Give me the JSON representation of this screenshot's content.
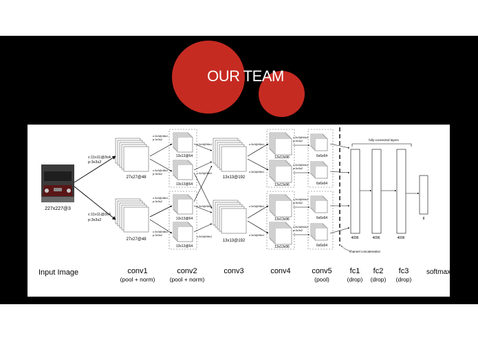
{
  "title": "OUR TEAM",
  "colors": {
    "accent": "#c62b22",
    "background": "#000000",
    "panel": "#ffffff"
  },
  "diagram": {
    "input_size": "227x227@3",
    "conv1_params": [
      "c:11x11@3s4",
      "p:3x3s2"
    ],
    "conv1_size": "27x27@48",
    "conv2_params": [
      "c:3x3@48s1",
      "p:3x3s2"
    ],
    "conv2_size": "13x13@64",
    "conv2_out_param": "c:3x3@96s1",
    "conv3_size": "13x13@192",
    "conv3_out_param": "c:3x3@96s1",
    "conv4_size": "13x13x96",
    "conv4_out_params": [
      "c:3x3@64s1",
      "p:3x3s2"
    ],
    "conv5_size": "6x6x64",
    "fc_title": "fully-connected layers",
    "fc_sizes": [
      "4096",
      "4096",
      "4096"
    ],
    "softmax_size": "8",
    "concat_label": "channel concatenation",
    "stages": [
      {
        "name": "conv1",
        "sub": "(pool + norm)"
      },
      {
        "name": "conv2",
        "sub": "(pool + norm)"
      },
      {
        "name": "conv3",
        "sub": ""
      },
      {
        "name": "conv4",
        "sub": ""
      },
      {
        "name": "conv5",
        "sub": "(pool)"
      },
      {
        "name": "fc1",
        "sub": "(drop)"
      },
      {
        "name": "fc2",
        "sub": "(drop)"
      },
      {
        "name": "fc3",
        "sub": "(drop)"
      }
    ],
    "input_label": "Input Image",
    "softmax_label": "softmax"
  }
}
